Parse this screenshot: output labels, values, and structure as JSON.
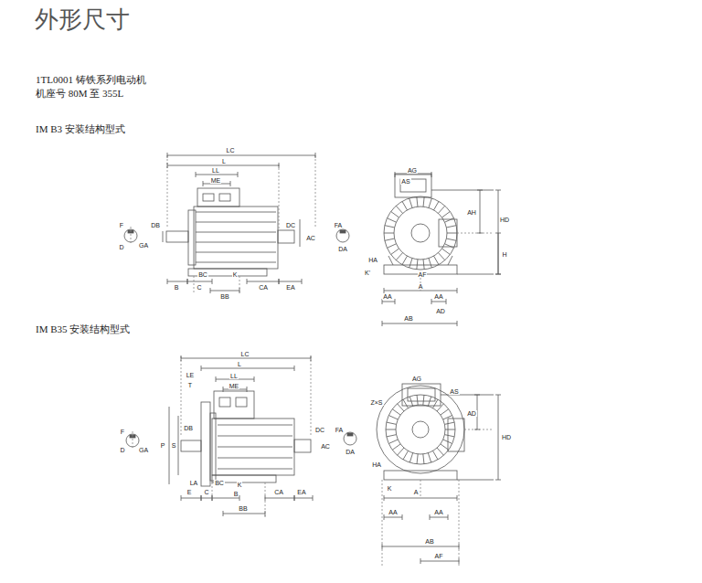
{
  "diagram": {
    "title": "外形尺寸",
    "labels": [
      "1TL0001 铸铁系列电动机",
      "机座号 80M 至 355L",
      "IM B3 安装结构型式",
      "IM B35 安装结构型式",
      "LC",
      "L",
      "LL",
      "ME",
      "DB",
      "B",
      "C",
      "BC",
      "BB",
      "K",
      "CA",
      "EA",
      "DC",
      "AC",
      "F",
      "GA",
      "D",
      "AG",
      "AS",
      "AH",
      "HD",
      "H",
      "HA",
      "K'",
      "AF",
      "A",
      "AA",
      "AA",
      "AB",
      "AD",
      "FA",
      "DA",
      "LC",
      "L",
      "LE",
      "T",
      "LL",
      "ME",
      "DB",
      "P",
      "S",
      "F",
      "GA",
      "D",
      "DC",
      "AC",
      "LA",
      "E",
      "C",
      "BC",
      "K",
      "B",
      "BB",
      "CA",
      "EA",
      "AG",
      "AS",
      "Z×S",
      "AD",
      "HD",
      "HA",
      "K",
      "A",
      "AA",
      "AA",
      "AB",
      "AF",
      "FA",
      "DA"
    ]
  }
}
